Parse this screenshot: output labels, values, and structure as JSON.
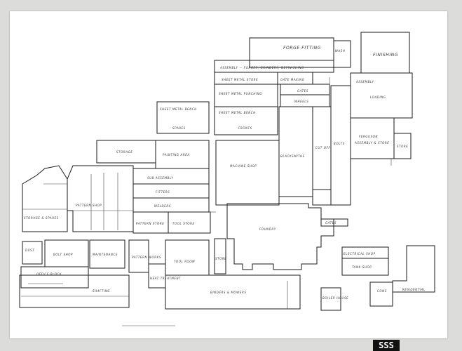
{
  "labels": {
    "forge_fitting": "FORGE FITTING",
    "wash": "WASH",
    "finishing": "FINISHING",
    "assembly_forges": "ASSEMBLY — FORGES, GRINDERS, DEFINISHING",
    "sheet_metal_store": "SHEET METAL STORE",
    "gate_making": "GATE MAKING",
    "sheet_metal_punching": "SHEET METAL PUNCHING",
    "sheet_metal_bench": "SHEET METAL BENCH",
    "fronts": "FRONTS",
    "gates": "GATES",
    "wheels": "WHEELS",
    "assembly_right": "ASSEMBLY",
    "loading": "LOADING",
    "sheet_metal_bench_small": "SHEET METAL BENCH",
    "spares": "SPARES",
    "storage": "STORAGE",
    "painting_area": "PAINTING AREA",
    "machine_shop": "MACHINE SHOP",
    "blacksmiths": "BLACKSMITHS",
    "cut_off": "CUT OFF",
    "bolts": "BOLTS",
    "ferguson": "FERGUSON",
    "ferguson_sub": "ASSEMBLY & STORE",
    "store_right": "STORE",
    "sub_assembly": "SUB ASSEMBLY",
    "fitters": "FITTERS",
    "welders": "WELDERS",
    "pattern_store": "PATTERN STORE",
    "tool_store": "TOOL STORE",
    "pattern_shop": "PATTERN SHOP",
    "foundry": "FOUNDRY",
    "gates_small": "GATES",
    "dust": "DUST",
    "bolt_shop": "BOLT SHOP",
    "maintenance": "MAINTENANCE",
    "pattern_works": "PATTERN WORKS",
    "tool_room": "TOOL ROOM",
    "heat_treatment": "HEAT TREATMENT",
    "store_small": "STORE",
    "office_block": "OFFICE BLOCK",
    "shafting": "SHAFTING",
    "binders_mowers": "BINDERS & MOWERS",
    "boiler_house": "BOILER HOUSE",
    "electrical_shop": "ELECTRICAL SHOP",
    "tank_shop": "TANK SHOP",
    "residential": "RESIDENTIAL",
    "conc": "CONC",
    "storage_spares": "STORAGE & SPARES"
  },
  "catalog_tag": "SSS"
}
